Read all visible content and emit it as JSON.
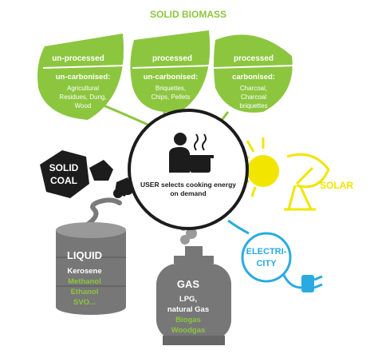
{
  "title": "SOLID BIOMASS",
  "leaves": [
    {
      "header": "un-processed",
      "category": "un-carbonised:",
      "items": [
        "Agricultural",
        "Residues, Dung,",
        "Wood"
      ]
    },
    {
      "header": "processed",
      "category": "un-carbonised:",
      "items": [
        "Briquettes,",
        "Chips, Pellets"
      ]
    },
    {
      "header": "processed",
      "category": "carbonised:",
      "items": [
        "Charcoal,",
        "Charcoal",
        "briquettes"
      ]
    }
  ],
  "center": {
    "lines": [
      "USER selects cooking energy",
      "on demand"
    ],
    "icon": "person-cooking-pot-icon"
  },
  "coal": {
    "lines": [
      "SOLID",
      "COAL"
    ]
  },
  "solar": {
    "label": "SOLAR",
    "icon": "sun-and-satellite-dish-icon"
  },
  "electricity": {
    "lines": [
      "ELECTRI-",
      "CITY"
    ],
    "icon": "power-plug-icon"
  },
  "liquid": {
    "label": "LIQUID",
    "items": [
      "Kerosene",
      "Methanol",
      "Ethanol",
      "SVO..."
    ]
  },
  "gas": {
    "label": "GAS",
    "items": [
      "LPG,",
      "natural Gas",
      "Biogas",
      "Woodgas"
    ]
  },
  "colors": {
    "green": "#8cc63f",
    "dark_green": "#5a9e2c",
    "yellow": "#f2e500",
    "blue": "#29abe2",
    "dark": "#1c1c1c",
    "grey": "#707070"
  }
}
